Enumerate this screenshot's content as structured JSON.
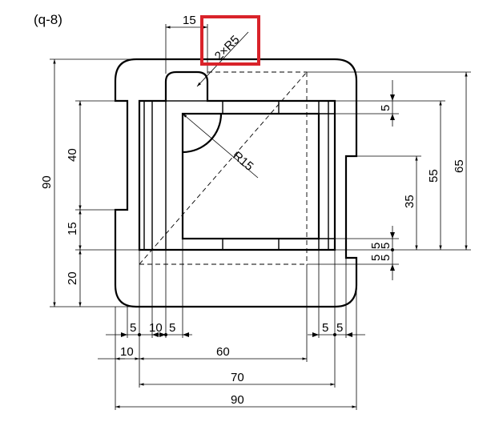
{
  "drawing": {
    "problem_label": "(q-8)",
    "dims": {
      "top_15": "15",
      "callout_2xr5": "2×R5",
      "r15": "R15",
      "left_90": "90",
      "left_40": "40",
      "left_15": "15",
      "left_20": "20",
      "right_5a": "5",
      "right_55": "55",
      "right_35": "35",
      "right_65": "65",
      "right_5b": "5",
      "right_5c": "5",
      "right_5d": "5",
      "right_5e": "5",
      "bottom_5a": "5",
      "bottom_10a": "10",
      "bottom_5b": "5",
      "bottom_5c": "5",
      "bottom_5d": "5",
      "bottom_10b": "10",
      "bottom_60": "60",
      "bottom_70": "70",
      "bottom_90": "90"
    }
  },
  "colors": {
    "highlight": "#d9232a",
    "line": "#000000"
  }
}
